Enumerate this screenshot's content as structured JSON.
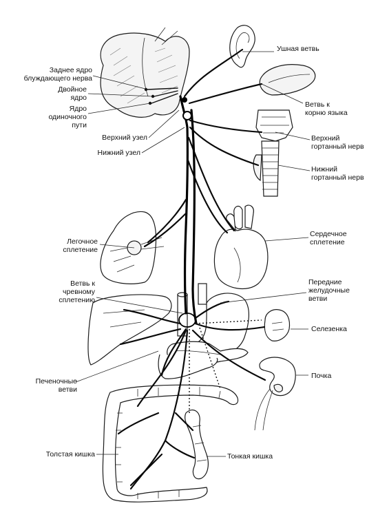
{
  "labels": {
    "auricular_branch": "Ушная ветвь",
    "dorsal_nucleus": "Заднее ядро\nблуждающего нерва",
    "nucleus_ambiguus": "Двойное\nядро",
    "solitary_nucleus": "Ядро\nодиночного\nпути",
    "superior_ganglion": "Верхний узел",
    "inferior_ganglion": "Нижний узел",
    "tongue_root_branch": "Ветвь к\nкорню языка",
    "superior_laryngeal": "Верхний\nгортанный нерв",
    "inferior_laryngeal": "Нижний\nгортанный нерв",
    "pulmonary_plexus": "Легочное\nсплетение",
    "cardiac_plexus": "Сердечное\nсплетение",
    "celiac_branch": "Ветвь к\nчревному\nсплетению",
    "gastric_branches": "Передние\nжелудочные\nветви",
    "spleen": "Селезенка",
    "kidney": "Почка",
    "hepatic_branches": "Печеночные\nветви",
    "large_intestine": "Толстая кишка",
    "small_intestine": "Тонкая кишка"
  },
  "colors": {
    "nerve": "#000000",
    "organ_fill": "#f4f4f4",
    "outline": "#1a1a1a"
  }
}
